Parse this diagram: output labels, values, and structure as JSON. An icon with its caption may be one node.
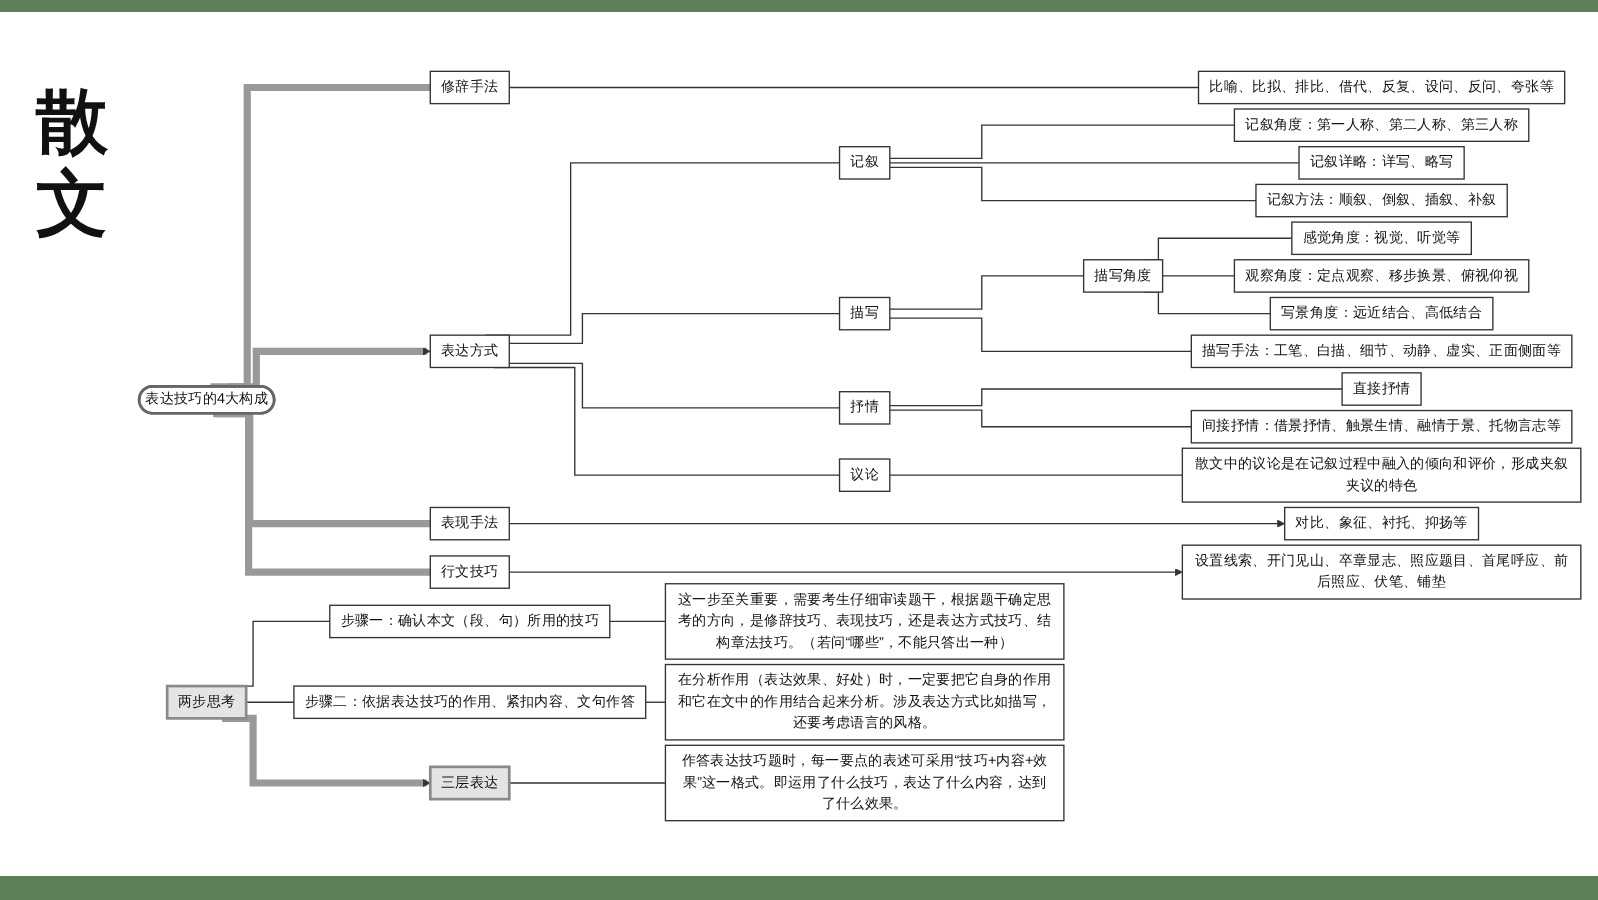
{
  "diagram": {
    "title": "散文",
    "nodes": [
      {
        "text": [
          "表达技巧的4大构成"
        ]
      },
      {
        "text": [
          "修辞手法"
        ]
      },
      {
        "text": [
          "比喻、比拟、排比、借代、反复、设问、反问、夸张等"
        ]
      },
      {
        "text": [
          "表达方式"
        ]
      },
      {
        "text": [
          "记叙"
        ]
      },
      {
        "text": [
          "记叙角度：第一人称、第二人称、第三人称"
        ]
      },
      {
        "text": [
          "记叙详略：详写、略写"
        ]
      },
      {
        "text": [
          "记叙方法：顺叙、倒叙、插叙、补叙"
        ]
      },
      {
        "text": [
          "描写"
        ]
      },
      {
        "text": [
          "描写角度"
        ]
      },
      {
        "text": [
          "感觉角度：视觉、听觉等"
        ]
      },
      {
        "text": [
          "观察角度：定点观察、移步换景、俯视仰视"
        ]
      },
      {
        "text": [
          "写景角度：远近结合、高低结合"
        ]
      },
      {
        "text": [
          "描写手法：工笔、白描、细节、动静、虚实、正面侧面等"
        ]
      },
      {
        "text": [
          "抒情"
        ]
      },
      {
        "text": [
          "直接抒情"
        ]
      },
      {
        "text": [
          "间接抒情：借景抒情、触景生情、融情于景、托物言志等"
        ]
      },
      {
        "text": [
          "议论"
        ]
      },
      {
        "text": [
          "散文中的议论是在记叙过程中融入的倾向和评价，形成夹叙夹议的特色"
        ]
      },
      {
        "text": [
          "表现手法"
        ]
      },
      {
        "text": [
          "对比、象征、衬托、抑扬等"
        ]
      },
      {
        "text": [
          "行文技巧"
        ]
      },
      {
        "text": [
          "设置线索、开门见山、卒章显志、照应题目、首尾呼应、前后照应、伏笔、铺垫"
        ]
      },
      {
        "text": [
          "两步思考"
        ]
      },
      {
        "text": [
          "步骤一：确认本文（段、句）所用的技巧"
        ]
      },
      {
        "text": [
          "这一步至关重要，需要考生仔细审读题干，根据题干确定思考的方向，是修辞技巧、表现技巧，还是表达方式技巧、结构章法技巧。（若问“哪些”，不能只答出一种）"
        ]
      },
      {
        "text": [
          "步骤二：依据表达技巧的作用、紧扣内容、文句作答"
        ]
      },
      {
        "text": [
          "在分析作用（表达效果、好处）时，一定要把它自身的作用和它在文中的作用结合起来分析。涉及表达方式比如描写，还要考虑语言的风格。"
        ]
      },
      {
        "text": [
          "三层表达"
        ]
      },
      {
        "text": [
          "作答表达技巧题时，每一要点的表述可采用“技巧+内容+效果”这一格式。即运用了什么技巧，表达了什么内容，达到了什么效果。"
        ]
      }
    ],
    "edges": [
      {
        "from": 0,
        "to": 1,
        "arrow": "none",
        "style": "thick",
        "color": "#999999"
      },
      {
        "from": 1,
        "to": 2,
        "arrow": "none"
      },
      {
        "from": 0,
        "to": 3,
        "arrow": "to",
        "style": "thick",
        "color": "#999999"
      },
      {
        "from": 3,
        "to": 4,
        "arrow": "none"
      },
      {
        "from": 4,
        "to": 5,
        "arrow": "none"
      },
      {
        "from": 4,
        "to": 6,
        "arrow": "none"
      },
      {
        "from": 4,
        "to": 7,
        "arrow": "none"
      },
      {
        "from": 3,
        "to": 8,
        "arrow": "none"
      },
      {
        "from": 8,
        "to": 9,
        "arrow": "none"
      },
      {
        "from": 9,
        "to": 10,
        "arrow": "none"
      },
      {
        "from": 9,
        "to": 11,
        "arrow": "none"
      },
      {
        "from": 9,
        "to": 12,
        "arrow": "none"
      },
      {
        "from": 8,
        "to": 13,
        "arrow": "none"
      },
      {
        "from": 3,
        "to": 14,
        "arrow": "none"
      },
      {
        "from": 14,
        "to": 15,
        "arrow": "none"
      },
      {
        "from": 14,
        "to": 16,
        "arrow": "none"
      },
      {
        "from": 3,
        "to": 17,
        "arrow": "none"
      },
      {
        "from": 17,
        "to": 18,
        "arrow": "none"
      },
      {
        "from": 0,
        "to": 19,
        "arrow": "none",
        "style": "thick",
        "color": "#999999"
      },
      {
        "from": 19,
        "to": 20,
        "arrow": "to"
      },
      {
        "from": 0,
        "to": 21,
        "arrow": "none",
        "style": "thick",
        "color": "#999999"
      },
      {
        "from": 21,
        "to": 22,
        "arrow": "to"
      },
      {
        "from": 23,
        "to": 24,
        "arrow": "none"
      },
      {
        "from": 24,
        "to": 25,
        "arrow": "none"
      },
      {
        "from": 23,
        "to": 26,
        "arrow": "none"
      },
      {
        "from": 26,
        "to": 27,
        "arrow": "none"
      },
      {
        "from": 23,
        "to": 28,
        "arrow": "to",
        "style": "thick",
        "color": "#999999"
      },
      {
        "from": 28,
        "to": 29,
        "arrow": "none"
      }
    ]
  }
}
